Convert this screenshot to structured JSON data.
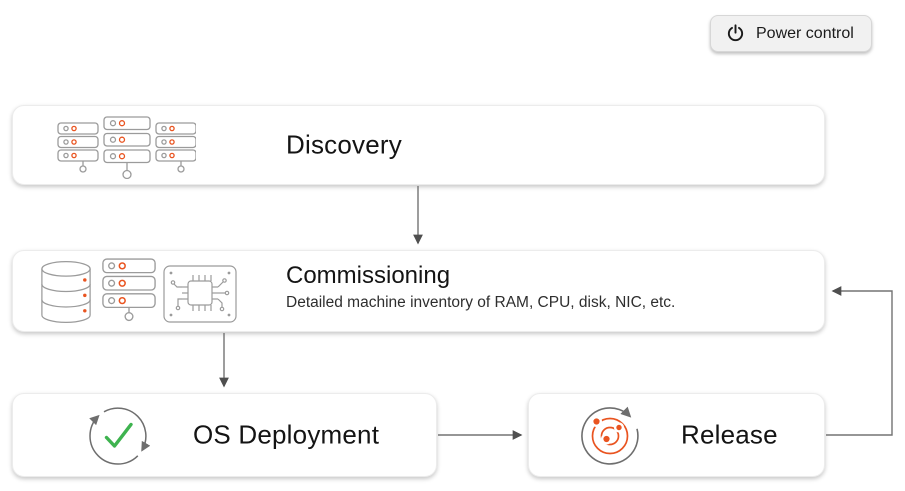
{
  "header": {
    "power_button": {
      "label": "Power control",
      "icon": "power-icon"
    }
  },
  "diagram": {
    "nodes": [
      {
        "id": "discovery",
        "title": "Discovery",
        "icon": "server-racks-icon"
      },
      {
        "id": "commissioning",
        "title": "Commissioning",
        "subtitle": "Detailed machine inventory of RAM, CPU, disk, NIC, etc.",
        "icons": [
          "database-icon",
          "server-stack-icon",
          "circuit-board-icon"
        ]
      },
      {
        "id": "os-deployment",
        "title": "OS Deployment",
        "icon": "sync-check-icon"
      },
      {
        "id": "release",
        "title": "Release",
        "icon": "radar-icon"
      }
    ],
    "edges": [
      {
        "from": "Discovery",
        "to": "Commissioning"
      },
      {
        "from": "Commissioning",
        "to": "OS Deployment"
      },
      {
        "from": "OS Deployment",
        "to": "Release"
      },
      {
        "from": "Release",
        "to": "Commissioning"
      }
    ]
  },
  "colors": {
    "accent_orange": "#E95420",
    "check_green": "#3EB34F",
    "icon_gray": "#9b9b9b",
    "arrow_gray": "#6b6b6b"
  }
}
